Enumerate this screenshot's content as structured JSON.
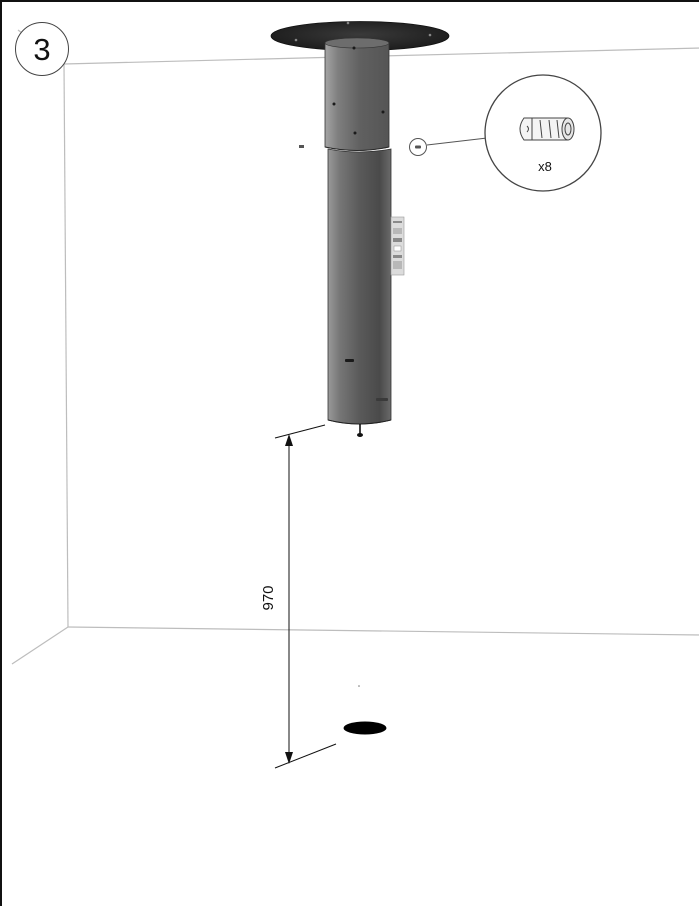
{
  "step": {
    "number": "3"
  },
  "detail_callout": {
    "quantity": "x8",
    "icon": "wall-plug-icon"
  },
  "dimension": {
    "value": "970"
  },
  "product": {
    "icon": "ceiling-hood-column-icon"
  },
  "colors": {
    "frame": "#111111",
    "wall_lines": "#bdbdbd",
    "canopy": "#2b2b2b",
    "chimney_dark": "#4a4a4a",
    "chimney_light": "#a0a0a0",
    "hole": "#000000"
  }
}
